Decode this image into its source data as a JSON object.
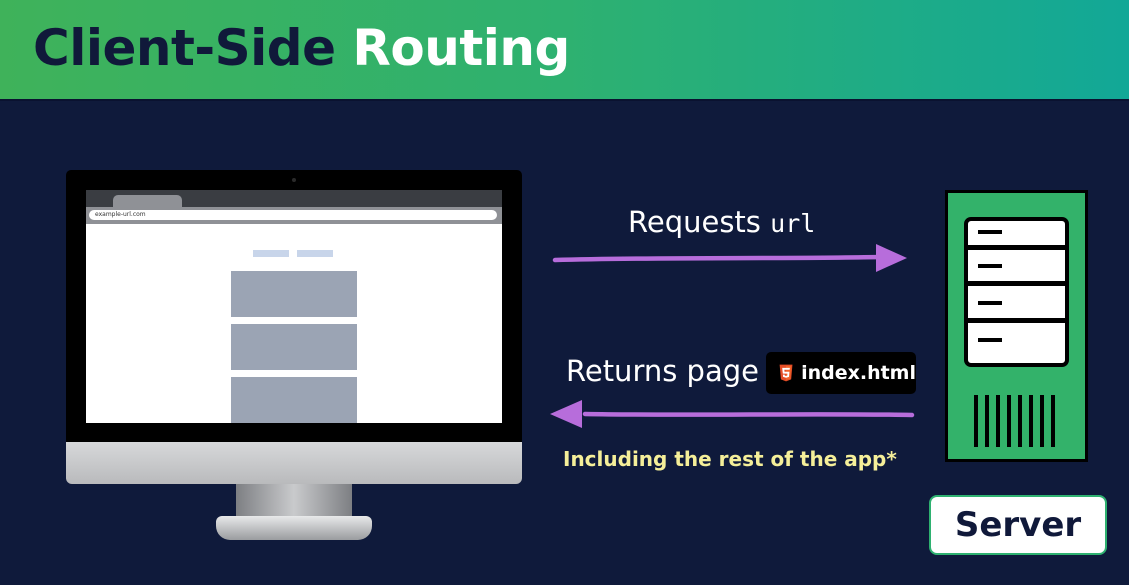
{
  "header": {
    "title_part1": "Client-Side",
    "title_part2": "Routing"
  },
  "browser": {
    "url": "example-url.com"
  },
  "request_arrow": {
    "label": "Requests",
    "code": "url",
    "color": "#b76ddb"
  },
  "response_arrow": {
    "label": "Returns page",
    "file_badge": {
      "icon": "html5-icon",
      "text": "index.html"
    },
    "note": "Including the rest of the app*",
    "color": "#b76ddb"
  },
  "server": {
    "label": "Server",
    "color": "#33b26a"
  }
}
